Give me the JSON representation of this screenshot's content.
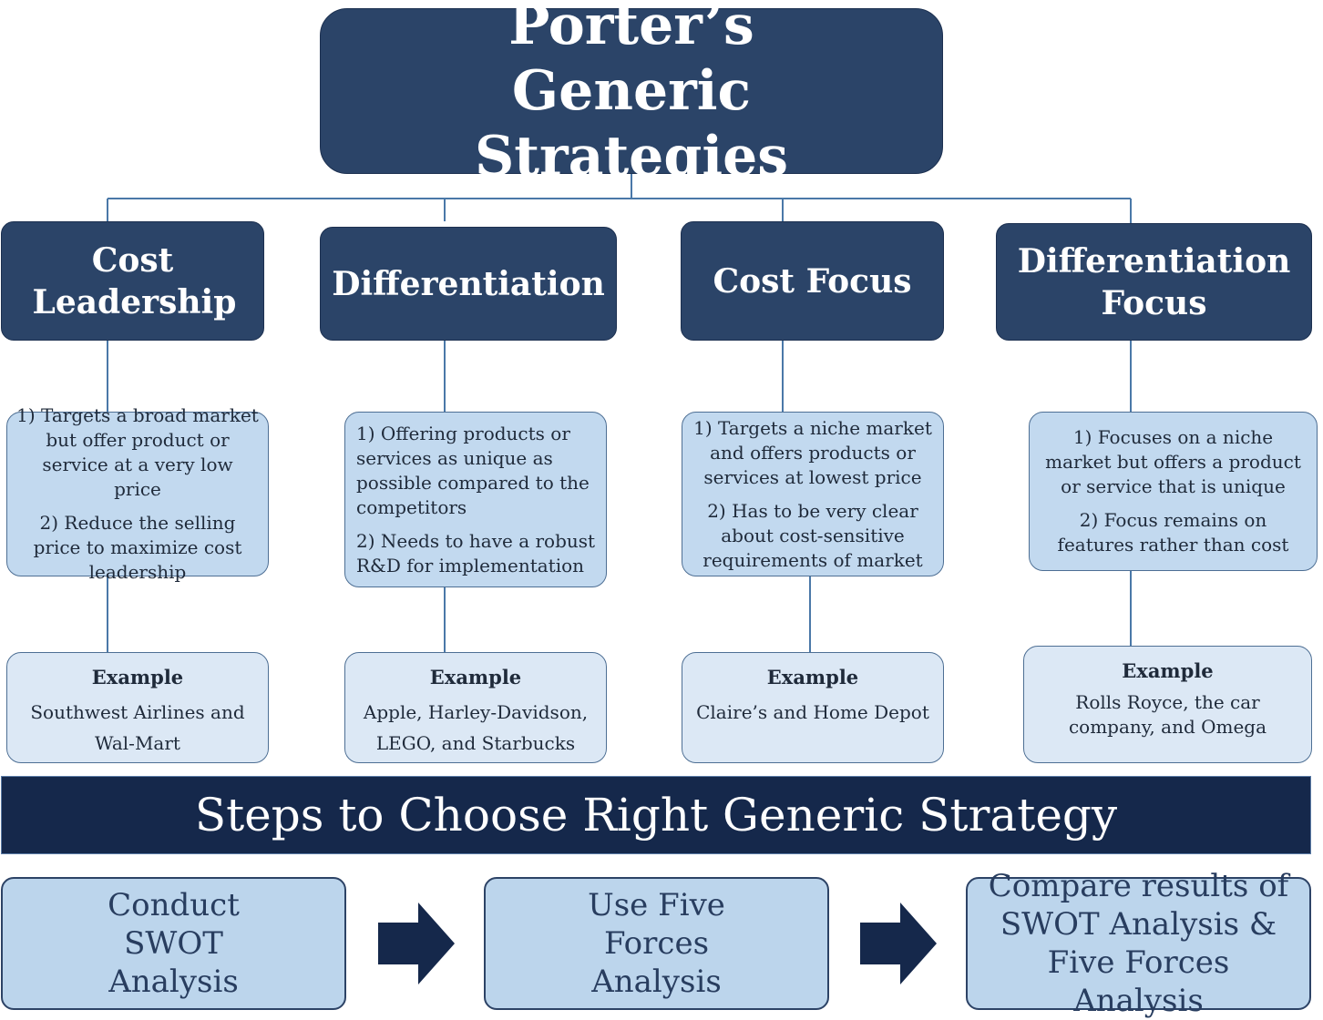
{
  "title": "Porter’s Generic Strategies",
  "strategies": [
    {
      "name": "Cost Leadership",
      "points": [
        "1) Targets a broad market but offer product or service at a very low price",
        "2) Reduce the selling price to maximize cost leadership"
      ],
      "example_heading": "Example",
      "example_text": "Southwest Airlines and Wal-Mart"
    },
    {
      "name": "Differentiation",
      "points": [
        "1) Offering products or services as unique as possible compared to the competitors",
        "2) Needs to have a robust R&D for implementation"
      ],
      "example_heading": "Example",
      "example_text": "Apple, Harley-Davidson, LEGO, and Starbucks"
    },
    {
      "name": "Cost Focus",
      "points": [
        "1) Targets a niche market and offers products or services at lowest price",
        "2) Has to be  very clear about cost-sensitive requirements of  market"
      ],
      "example_heading": "Example",
      "example_text": "Claire’s and Home Depot"
    },
    {
      "name": "Differentiation Focus",
      "points": [
        "1) Focuses on a niche market but offers a product or service that is unique",
        "2) Focus remains on features rather than cost"
      ],
      "example_heading": "Example",
      "example_text": "Rolls Royce, the car company, and Omega"
    }
  ],
  "steps_heading": "Steps to Choose Right Generic Strategy",
  "steps": [
    "Conduct SWOT Analysis",
    "Use Five Forces Analysis",
    "Compare results of SWOT Analysis & Five Forces Analysis"
  ],
  "colors": {
    "dark_navy": "#2b4468",
    "banner_navy": "#15284b",
    "light_blue": "#c2d9ef",
    "pale_blue": "#dce8f5",
    "connector": "#4a78a8"
  }
}
